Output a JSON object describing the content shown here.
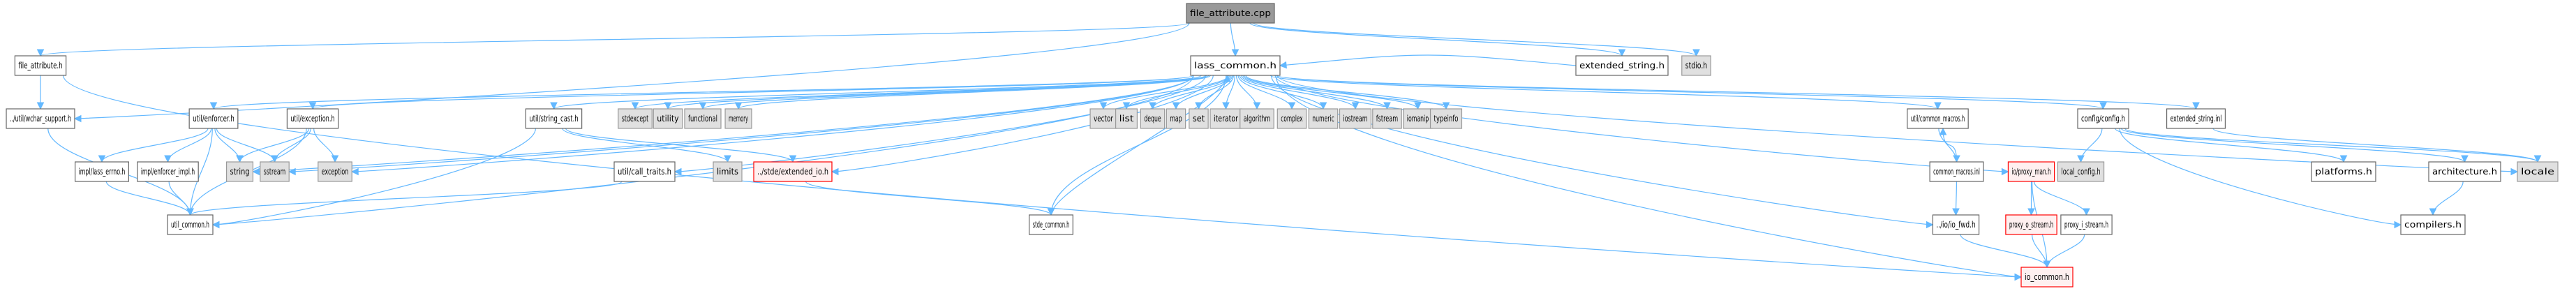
{
  "title": "file_attribute.cpp include dependency graph",
  "colors": {
    "edge": "#63b8ff",
    "root_fill": "#999999",
    "normal_fill": "#ffffff",
    "system_fill": "#e0e0e0",
    "missing_fill": "#fff0f0",
    "missing_border": "#ff0000"
  },
  "nodes": [
    {
      "id": "file_attribute_cpp",
      "label": "file_attribute.cpp",
      "kind": "root"
    },
    {
      "id": "file_attribute_h",
      "label": "file_attribute.h",
      "kind": "normal"
    },
    {
      "id": "lass_common_h",
      "label": "lass_common.h",
      "kind": "normal"
    },
    {
      "id": "extended_string_h",
      "label": "extended_string.h",
      "kind": "normal"
    },
    {
      "id": "stdio_h",
      "label": "stdio.h",
      "kind": "system"
    },
    {
      "id": "wchar_support_h",
      "label": "../util/wchar_support.h",
      "kind": "normal"
    },
    {
      "id": "enforcer_h",
      "label": "util/enforcer.h",
      "kind": "normal"
    },
    {
      "id": "exception_h",
      "label": "util/exception.h",
      "kind": "normal"
    },
    {
      "id": "string_cast_h",
      "label": "util/string_cast.h",
      "kind": "normal"
    },
    {
      "id": "stdexcept",
      "label": "stdexcept",
      "kind": "system"
    },
    {
      "id": "utility",
      "label": "utility",
      "kind": "system"
    },
    {
      "id": "functional",
      "label": "functional",
      "kind": "system"
    },
    {
      "id": "memory",
      "label": "memory",
      "kind": "system"
    },
    {
      "id": "vector",
      "label": "vector",
      "kind": "system"
    },
    {
      "id": "list",
      "label": "list",
      "kind": "system"
    },
    {
      "id": "deque",
      "label": "deque",
      "kind": "system"
    },
    {
      "id": "map",
      "label": "map",
      "kind": "system"
    },
    {
      "id": "set",
      "label": "set",
      "kind": "system"
    },
    {
      "id": "iterator",
      "label": "iterator",
      "kind": "system"
    },
    {
      "id": "algorithm",
      "label": "algorithm",
      "kind": "system"
    },
    {
      "id": "complex",
      "label": "complex",
      "kind": "system"
    },
    {
      "id": "numeric",
      "label": "numeric",
      "kind": "system"
    },
    {
      "id": "iostream",
      "label": "iostream",
      "kind": "system"
    },
    {
      "id": "fstream",
      "label": "fstream",
      "kind": "system"
    },
    {
      "id": "iomanip",
      "label": "iomanip",
      "kind": "system"
    },
    {
      "id": "typeinfo",
      "label": "typeinfo",
      "kind": "system"
    },
    {
      "id": "common_macros_h",
      "label": "util/common_macros.h",
      "kind": "normal"
    },
    {
      "id": "config_h",
      "label": "config/config.h",
      "kind": "normal"
    },
    {
      "id": "extended_string_inl",
      "label": "extended_string.inl",
      "kind": "normal"
    },
    {
      "id": "lass_errno_h",
      "label": "impl/lass_errno.h",
      "kind": "normal"
    },
    {
      "id": "enforcer_impl_h",
      "label": "impl/enforcer_impl.h",
      "kind": "normal"
    },
    {
      "id": "string",
      "label": "string",
      "kind": "system"
    },
    {
      "id": "sstream",
      "label": "sstream",
      "kind": "system"
    },
    {
      "id": "exception",
      "label": "exception",
      "kind": "system"
    },
    {
      "id": "call_traits_h",
      "label": "util/call_traits.h",
      "kind": "normal"
    },
    {
      "id": "limits",
      "label": "limits",
      "kind": "system"
    },
    {
      "id": "extended_io_h",
      "label": "../stde/extended_io.h",
      "kind": "missing"
    },
    {
      "id": "common_macros_inl",
      "label": "common_macros.inl",
      "kind": "normal"
    },
    {
      "id": "proxy_man_h",
      "label": "io/proxy_man.h",
      "kind": "missing"
    },
    {
      "id": "local_config_h",
      "label": "local_config.h",
      "kind": "system"
    },
    {
      "id": "platforms_h",
      "label": "platforms.h",
      "kind": "normal"
    },
    {
      "id": "architecture_h",
      "label": "architecture.h",
      "kind": "normal"
    },
    {
      "id": "locale",
      "label": "locale",
      "kind": "system"
    },
    {
      "id": "util_common_h",
      "label": "util_common.h",
      "kind": "normal"
    },
    {
      "id": "stde_common_h",
      "label": "stde_common.h",
      "kind": "normal"
    },
    {
      "id": "io_fwd_h",
      "label": "../io/io_fwd.h",
      "kind": "normal"
    },
    {
      "id": "proxy_o_stream_h",
      "label": "proxy_o_stream.h",
      "kind": "missing"
    },
    {
      "id": "proxy_i_stream_h",
      "label": "proxy_i_stream.h",
      "kind": "normal"
    },
    {
      "id": "compilers_h",
      "label": "compilers.h",
      "kind": "normal"
    },
    {
      "id": "io_common_h",
      "label": "io_common.h",
      "kind": "missing"
    }
  ],
  "edges": [
    [
      "file_attribute_cpp",
      "file_attribute_h"
    ],
    [
      "file_attribute_cpp",
      "wchar_support_h"
    ],
    [
      "file_attribute_cpp",
      "lass_common_h"
    ],
    [
      "file_attribute_cpp",
      "extended_string_h"
    ],
    [
      "file_attribute_cpp",
      "stdio_h"
    ],
    [
      "file_attribute_h",
      "wchar_support_h"
    ],
    [
      "file_attribute_h",
      "io_common_h"
    ],
    [
      "wchar_support_h",
      "util_common_h"
    ],
    [
      "lass_common_h",
      "util_common_h"
    ],
    [
      "lass_common_h",
      "enforcer_h"
    ],
    [
      "lass_common_h",
      "exception_h"
    ],
    [
      "lass_common_h",
      "string"
    ],
    [
      "lass_common_h",
      "sstream"
    ],
    [
      "lass_common_h",
      "exception"
    ],
    [
      "lass_common_h",
      "call_traits_h"
    ],
    [
      "lass_common_h",
      "string_cast_h"
    ],
    [
      "lass_common_h",
      "extended_io_h"
    ],
    [
      "lass_common_h",
      "stdexcept"
    ],
    [
      "lass_common_h",
      "utility"
    ],
    [
      "lass_common_h",
      "functional"
    ],
    [
      "lass_common_h",
      "memory"
    ],
    [
      "lass_common_h",
      "vector"
    ],
    [
      "lass_common_h",
      "list"
    ],
    [
      "lass_common_h",
      "deque"
    ],
    [
      "lass_common_h",
      "map"
    ],
    [
      "lass_common_h",
      "set"
    ],
    [
      "lass_common_h",
      "iterator"
    ],
    [
      "lass_common_h",
      "algorithm"
    ],
    [
      "lass_common_h",
      "complex"
    ],
    [
      "lass_common_h",
      "numeric"
    ],
    [
      "lass_common_h",
      "iostream"
    ],
    [
      "lass_common_h",
      "fstream"
    ],
    [
      "lass_common_h",
      "iomanip"
    ],
    [
      "lass_common_h",
      "typeinfo"
    ],
    [
      "lass_common_h",
      "common_macros_h"
    ],
    [
      "lass_common_h",
      "io_fwd_h"
    ],
    [
      "lass_common_h",
      "proxy_man_h"
    ],
    [
      "lass_common_h",
      "config_h"
    ],
    [
      "lass_common_h",
      "extended_string_inl"
    ],
    [
      "lass_common_h",
      "locale"
    ],
    [
      "lass_common_h",
      "stde_common_h"
    ],
    [
      "lass_common_h",
      "io_common_h"
    ],
    [
      "stde_common_h",
      "lass_common_h"
    ],
    [
      "extended_string_h",
      "lass_common_h"
    ],
    [
      "enforcer_h",
      "lass_errno_h"
    ],
    [
      "enforcer_h",
      "enforcer_impl_h"
    ],
    [
      "enforcer_h",
      "util_common_h"
    ],
    [
      "enforcer_h",
      "string"
    ],
    [
      "enforcer_h",
      "sstream"
    ],
    [
      "exception_h",
      "util_common_h"
    ],
    [
      "exception_h",
      "string"
    ],
    [
      "exception_h",
      "sstream"
    ],
    [
      "exception_h",
      "exception"
    ],
    [
      "lass_errno_h",
      "util_common_h"
    ],
    [
      "enforcer_impl_h",
      "util_common_h"
    ],
    [
      "call_traits_h",
      "util_common_h"
    ],
    [
      "string_cast_h",
      "util_common_h"
    ],
    [
      "string_cast_h",
      "limits"
    ],
    [
      "string_cast_h",
      "extended_io_h"
    ],
    [
      "extended_io_h",
      "stde_common_h"
    ],
    [
      "common_macros_h",
      "common_macros_inl"
    ],
    [
      "common_macros_inl",
      "common_macros_h"
    ],
    [
      "common_macros_inl",
      "io_fwd_h"
    ],
    [
      "io_fwd_h",
      "io_common_h"
    ],
    [
      "proxy_man_h",
      "proxy_o_stream_h"
    ],
    [
      "proxy_man_h",
      "proxy_i_stream_h"
    ],
    [
      "proxy_man_h",
      "io_common_h"
    ],
    [
      "proxy_o_stream_h",
      "io_common_h"
    ],
    [
      "proxy_i_stream_h",
      "io_common_h"
    ],
    [
      "config_h",
      "local_config_h"
    ],
    [
      "config_h",
      "platforms_h"
    ],
    [
      "config_h",
      "compilers_h"
    ],
    [
      "config_h",
      "architecture_h"
    ],
    [
      "config_h",
      "locale"
    ],
    [
      "architecture_h",
      "compilers_h"
    ],
    [
      "extended_string_inl",
      "locale"
    ]
  ]
}
